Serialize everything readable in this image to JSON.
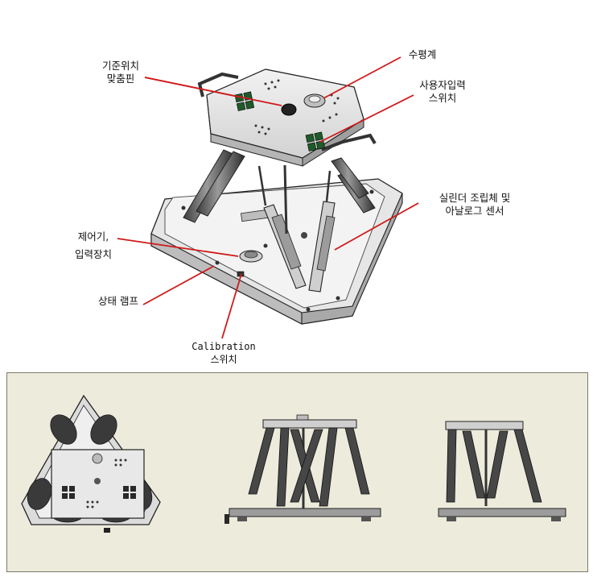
{
  "labels": {
    "ref_pin_line1": "기준위치",
    "ref_pin_line2": "맞춤핀",
    "level_gauge": "수평계",
    "user_input_line1": "사용자입력",
    "user_input_line2": "스위치",
    "cylinder_line1": "실린더 조립체 및",
    "cylinder_line2": "아날로그 센서",
    "controller_line1": "제어기,",
    "controller_line2": "입력장치",
    "status_lamp": "상태 램프",
    "calibration_line1": "Calibration",
    "calibration_line2": "스위치"
  },
  "colors": {
    "leader_line": "#d01a1a",
    "panel_bg": "#edebdb",
    "metal_light": "#e4e4e4",
    "metal_mid": "#b9b9b9",
    "metal_dark": "#5a5a5a",
    "outline": "#222222",
    "button_green": "#1f5a2a"
  }
}
